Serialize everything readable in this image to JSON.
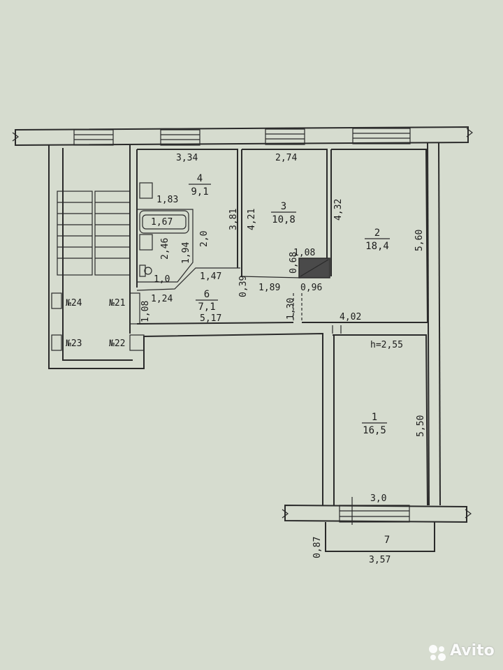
{
  "rooms": [
    {
      "id": "room-1",
      "number": "1",
      "area": "16,5"
    },
    {
      "id": "room-2",
      "number": "2",
      "area": "18,4"
    },
    {
      "id": "room-3",
      "number": "3",
      "area": "10,8"
    },
    {
      "id": "room-4",
      "number": "4",
      "area": "9,1"
    },
    {
      "id": "room-6",
      "number": "6",
      "area": "7,1"
    },
    {
      "id": "room-7",
      "number": "7",
      "area": ""
    }
  ],
  "dimensions": {
    "d_3_34": "3,34",
    "d_2_74": "2,74",
    "d_1_83": "1,83",
    "d_1_67": "1,67",
    "d_2_46": "2,46",
    "d_1_94": "1,94",
    "d_2_0": "2,0",
    "d_1_0": "1,0",
    "d_3_81": "3,81",
    "d_4_21": "4,21",
    "d_4_32": "4,32",
    "d_5_60": "5,60",
    "d_1_08a": "1,08",
    "d_0_68": "0,68",
    "d_0_96": "0,96",
    "d_1_89": "1,89",
    "d_0_39": "0,39",
    "d_1_47": "1,47",
    "d_1_24": "1,24",
    "d_1_08b": "1,08",
    "d_5_17": "5,17",
    "d_1_30": "1,30",
    "d_4_02": "4,02",
    "d_h": "h=2,55",
    "d_5_50": "5,50",
    "d_3_0": "3,0",
    "d_0_87": "0,87",
    "d_3_57": "3,57"
  },
  "stair_labels": {
    "a": "№24",
    "b": "№21",
    "c": "№23",
    "d": "№22"
  },
  "watermark": {
    "text": "Avito",
    "icon": "avito-dots-icon"
  }
}
